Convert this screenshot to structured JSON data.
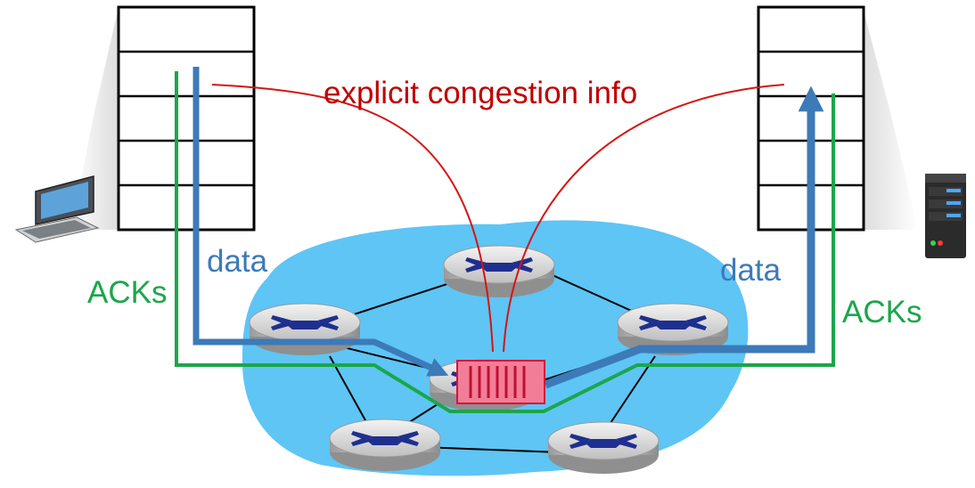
{
  "labels": {
    "explicit_info": "explicit congestion info",
    "data_left": "data",
    "data_right": "data",
    "acks_left": "ACKs",
    "acks_right": "ACKs"
  },
  "colors": {
    "data_path": "#3d7ab8",
    "ack_path": "#1ba64b",
    "congestion_info": "#d61414",
    "network_cloud": "#5ec5f5",
    "queue_fill": "#f27d96",
    "queue_stroke": "#d6143b",
    "label_red": "#c00000",
    "label_blue": "#3d7ab8",
    "label_green": "#1ba64b"
  },
  "icons": {
    "left_host": "desktop-computer-icon",
    "right_host": "server-icon",
    "router": "router-icon",
    "queue": "router-queue-icon"
  }
}
